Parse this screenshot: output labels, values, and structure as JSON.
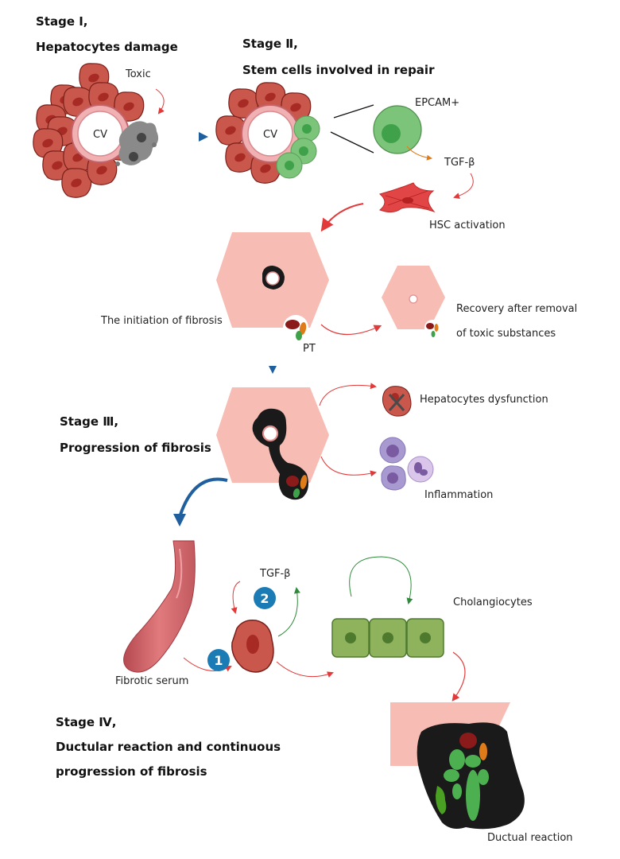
{
  "stages": {
    "stage1": {
      "title": "Stage Ⅰ,",
      "subtitle": "Hepatocytes damage"
    },
    "stage2": {
      "title": "Stage Ⅱ,",
      "subtitle": "Stem cells involved in repair"
    },
    "stage3": {
      "title": "Stage Ⅲ,",
      "subtitle": "Progression of fibrosis"
    },
    "stage4": {
      "title": "Stage Ⅳ,",
      "line1": "Ductular reaction and continuous",
      "line2": "progression of  fibrosis"
    }
  },
  "labels": {
    "toxic": "Toxic",
    "cv1": "CV",
    "cv2": "CV",
    "epcam": "EPCAM+",
    "tgf_top": "TGF-β",
    "hsc": "HSC activation",
    "initiation": "The initiation of fibrosis",
    "pt": "PT",
    "recovery1": "Recovery after removal",
    "recovery2": "of toxic substances",
    "hep_dys": "Hepatocytes dysfunction",
    "inflammation": "Inflammation",
    "tgf_bottom": "TGF-β",
    "fibrotic_serum": "Fibrotic serum",
    "cholangiocytes": "Cholangiocytes",
    "ductual": "Ductual reaction"
  },
  "badges": {
    "one": "1",
    "two": "2"
  },
  "colors": {
    "hepatocyte": "#c9574b",
    "nucleus": "#a82a25",
    "stem": "#7cc47a",
    "lobule": "#f7bdb4",
    "fibrosis": "#1a1a1a",
    "flow_arrow": "#1f5f9e",
    "signal_arrow": "#e23a3a",
    "green_arrow": "#2e8b3a",
    "badge": "#1b7bb4",
    "cholangiocyte": "#8fb35d"
  }
}
